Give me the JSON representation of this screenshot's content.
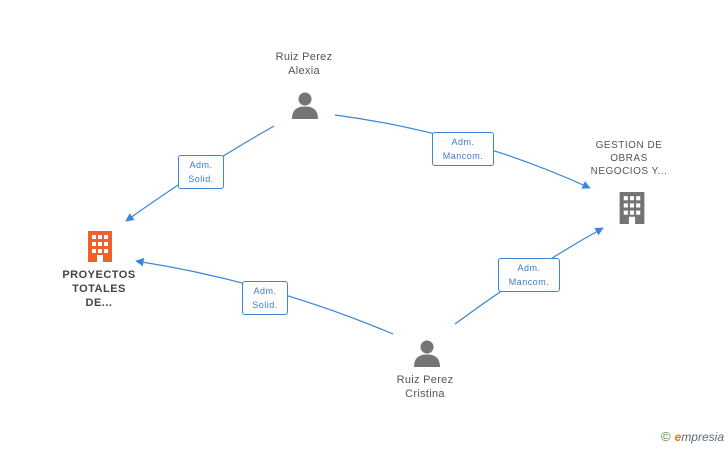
{
  "colors": {
    "edge": "#3d85d6",
    "person_icon": "#757575",
    "company_primary": "#f0602a",
    "company_secondary": "#737373",
    "brand_e": "#e07a1c"
  },
  "nodes": {
    "alexia": {
      "name_line1": "Ruiz Perez",
      "name_line2": "Alexia",
      "icon": "person-icon"
    },
    "cristina": {
      "name_line1": "Ruiz Perez",
      "name_line2": "Cristina",
      "icon": "person-icon"
    },
    "proyectos": {
      "line1": "PROYECTOS",
      "line2": "TOTALES",
      "line3": "DE...",
      "icon": "building-icon"
    },
    "gestion": {
      "line1": "GESTION DE",
      "line2": "OBRAS",
      "line3": "NEGOCIOS Y...",
      "icon": "building-icon"
    }
  },
  "edges": {
    "alexia_proyectos": {
      "line1": "Adm.",
      "line2": "Solid."
    },
    "alexia_gestion": {
      "line1": "Adm.",
      "line2": "Mancom."
    },
    "cristina_proyectos": {
      "line1": "Adm.",
      "line2": "Solid."
    },
    "cristina_gestion": {
      "line1": "Adm.",
      "line2": "Mancom."
    }
  },
  "footer": {
    "copyright": "©",
    "brand_initial": "e",
    "brand_rest": "mpresia"
  }
}
